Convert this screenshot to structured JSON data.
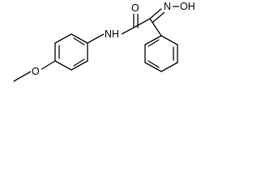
{
  "diagram": {
    "type": "chemical-structure",
    "atom_labels": {
      "oxygen_carbonyl": "O",
      "oxime_group": "N",
      "oxime_hydroxyl": "OH",
      "amide_nh": "NH",
      "methoxy_oxygen": "O"
    },
    "colors": {
      "bond": "#000000",
      "background": "#ffffff"
    }
  }
}
